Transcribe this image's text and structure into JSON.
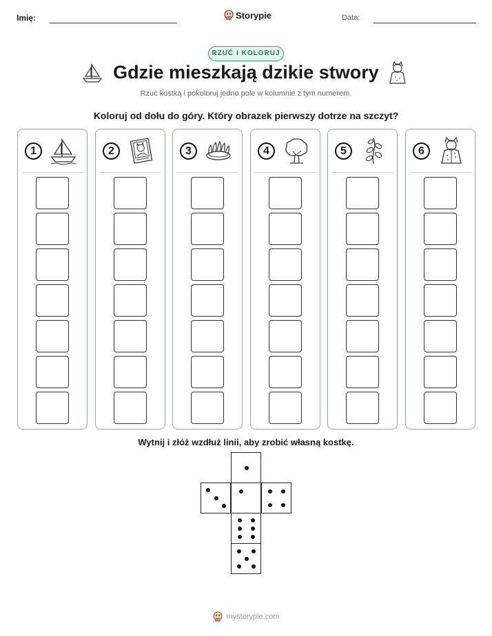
{
  "header": {
    "name_label": "Imię:",
    "brand_name": "Storypie",
    "date_label": "Data:"
  },
  "badge": "RZUĆ I KOLORUJ",
  "title": "Gdzie mieszkają dzikie stwory",
  "subtitle": "Rzuć kostką i pokoloruj jedno pole w kolumnie z tym numerem.",
  "instruction": "Koloruj od dołu do góry. Który obrazek pierwszy dotrze na szczyt?",
  "columns": [
    {
      "number": "1",
      "icon": "sailboat-icon"
    },
    {
      "number": "2",
      "icon": "book-icon"
    },
    {
      "number": "3",
      "icon": "crown-icon"
    },
    {
      "number": "4",
      "icon": "tree-icon"
    },
    {
      "number": "5",
      "icon": "vine-icon"
    },
    {
      "number": "6",
      "icon": "wolf-costume-icon"
    }
  ],
  "rows_per_column": 7,
  "cut_instruction": "Wytnij i złóż wzdłuż linii, aby zrobić własną kostkę.",
  "dice_faces": [
    1,
    3,
    1,
    4,
    6,
    5
  ],
  "footer": "mystorypie.com",
  "colors": {
    "accent": "#2e9e6e",
    "column_border": "#9aa0b8"
  }
}
